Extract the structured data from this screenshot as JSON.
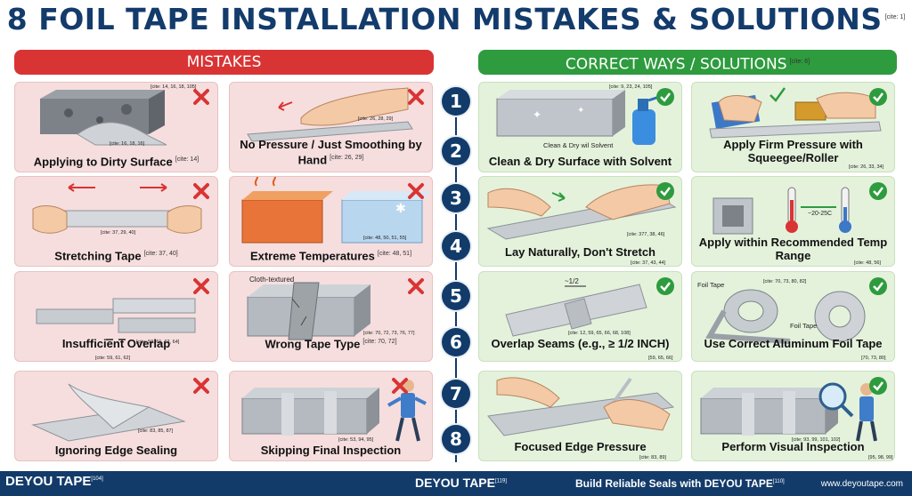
{
  "title": "8 FOIL TAPE INSTALLATION MISTAKES & SOLUTIONS",
  "title_cite": "[cite: 1]",
  "mistakes_header": "MISTAKES",
  "solutions_header": "CORRECT WAYS / SOLUTIONS",
  "solutions_cite": "[cite: 6]",
  "steps": [
    "1",
    "2",
    "3",
    "4",
    "5",
    "6",
    "7",
    "8"
  ],
  "colors": {
    "navy": "#123b6a",
    "red": "#d93434",
    "green": "#2e9b3e",
    "mistake_bg": "#f6dede",
    "solution_bg": "#e4f2dc"
  },
  "mistakes": [
    {
      "label": "Applying to Dirty Surface",
      "cite": "[cite: 14]",
      "img_cites": [
        "[cite: 14, 16, 18, 105]",
        "[cite: 16, 18, 16]"
      ],
      "icon": "x-icon"
    },
    {
      "label": "No Pressure / Just Smoothing by Hand",
      "cite": "[cite: 26, 29]",
      "img_cites": [
        "[cite: 26, 28, 29]"
      ],
      "icon": "x-icon"
    },
    {
      "label": "Stretching Tape",
      "cite": "[cite: 37, 40]",
      "img_cites": [
        "[cite: 37, 29, 40]"
      ],
      "icon": "x-icon"
    },
    {
      "label": "Extreme Temperatures",
      "cite": "[cite: 48, 51]",
      "img_cites": [
        "[cite: 48, 50, 51, 55]"
      ],
      "icon": "x-icon"
    },
    {
      "label": "Insufficient Overlap",
      "cite": "",
      "img_cites": [
        "[cite: 59, 61, 62, 64]",
        "[cite: 59, 61, 62]"
      ],
      "icon": "x-icon"
    },
    {
      "label": "Wrong Tape Type",
      "cite": "[cite: 70, 72]",
      "img_cites": [
        "Cloth-textured",
        "[cite: 70, 72, 73, 76, 77]"
      ],
      "icon": "x-icon"
    },
    {
      "label": "Ignoring Edge Sealing",
      "cite": "",
      "img_cites": [
        "[cite: 83, 85, 87]"
      ],
      "icon": "x-icon"
    },
    {
      "label": "Skipping Final Inspection",
      "cite": "",
      "img_cites": [
        "[cite: 53, 94, 95]"
      ],
      "icon": "x-icon"
    }
  ],
  "solutions": [
    {
      "label": "Clean & Dry Surface with Solvent",
      "cite": "",
      "img_cites": [
        "Clean & Dry wil Solvent",
        "[cite: 9, 23, 24, 105]"
      ],
      "icon": "check-icon"
    },
    {
      "label": "Apply Firm Pressure with Squeegee/Roller",
      "cite": "[cite: 26, 33, 34]",
      "img_cites": [],
      "icon": "check-icon"
    },
    {
      "label": "Lay Naturally, Don't Stretch",
      "cite": "[cite: 37, 43, 44]",
      "img_cites": [
        "[cite: 377, 38, 46]"
      ],
      "icon": "check-icon"
    },
    {
      "label": "Apply within Recommended Temp Range",
      "cite": "[cite: 48, 56]",
      "img_cites": [
        "~20-25C"
      ],
      "icon": "check-icon"
    },
    {
      "label": "Overlap Seams (e.g., ≥ 1/2 INCH)",
      "cite": "[59, 65, 66]",
      "img_cites": [
        "~1/2",
        "[cite: 12, 59, 65, 66, 68, 108]"
      ],
      "icon": "check-icon"
    },
    {
      "label": "Use Correct Aluminum Foil Tape",
      "cite": "[70, 73, 80]",
      "img_cites": [
        "Foil Tape",
        "Foil Tape",
        "[cite: 70, 73, 80, 82]"
      ],
      "icon": "check-icon"
    },
    {
      "label": "Focused Edge Pressure",
      "cite": "[cite: 83, 89]",
      "img_cites": [],
      "icon": "check-icon"
    },
    {
      "label": "Perform Visual Inspection",
      "cite": "[95, 98, 99]",
      "img_cites": [
        "[cite: 93, 99, 101, 102]"
      ],
      "icon": "check-icon"
    }
  ],
  "footer": {
    "logo": "DEYOU TAPE",
    "logo_cite": "[104]",
    "center": "DEYOU TAPE",
    "center_cite": "[119]",
    "tagline": "Build Reliable Seals with DEYOU TAPE",
    "tagline_cite": "[110]",
    "url": "www.deyoutape.com"
  }
}
